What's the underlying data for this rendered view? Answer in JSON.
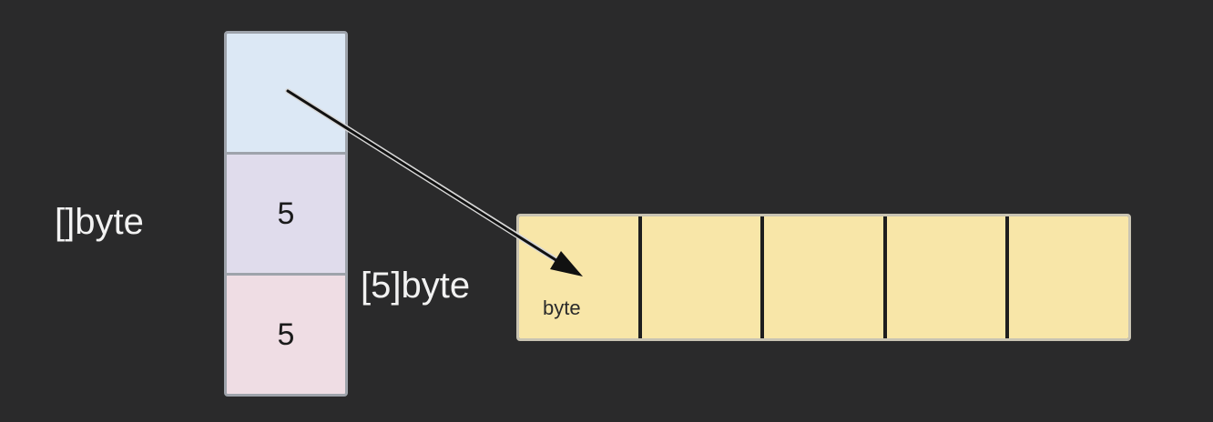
{
  "labels": {
    "slice_type": "[]byte",
    "array_type": "[5]byte"
  },
  "slice_header": {
    "cells": [
      {
        "role": "pointer",
        "text": "",
        "color": "#dce8f5"
      },
      {
        "role": "len",
        "text": "5",
        "color": "#e0dcec"
      },
      {
        "role": "cap",
        "text": "5",
        "color": "#efdde4"
      }
    ]
  },
  "backing_array": {
    "cell_color": "#f8e6a8",
    "cells": [
      "byte",
      "",
      "",
      "",
      ""
    ]
  },
  "colors": {
    "background": "#2a2a2b",
    "arrow": "#111111"
  }
}
